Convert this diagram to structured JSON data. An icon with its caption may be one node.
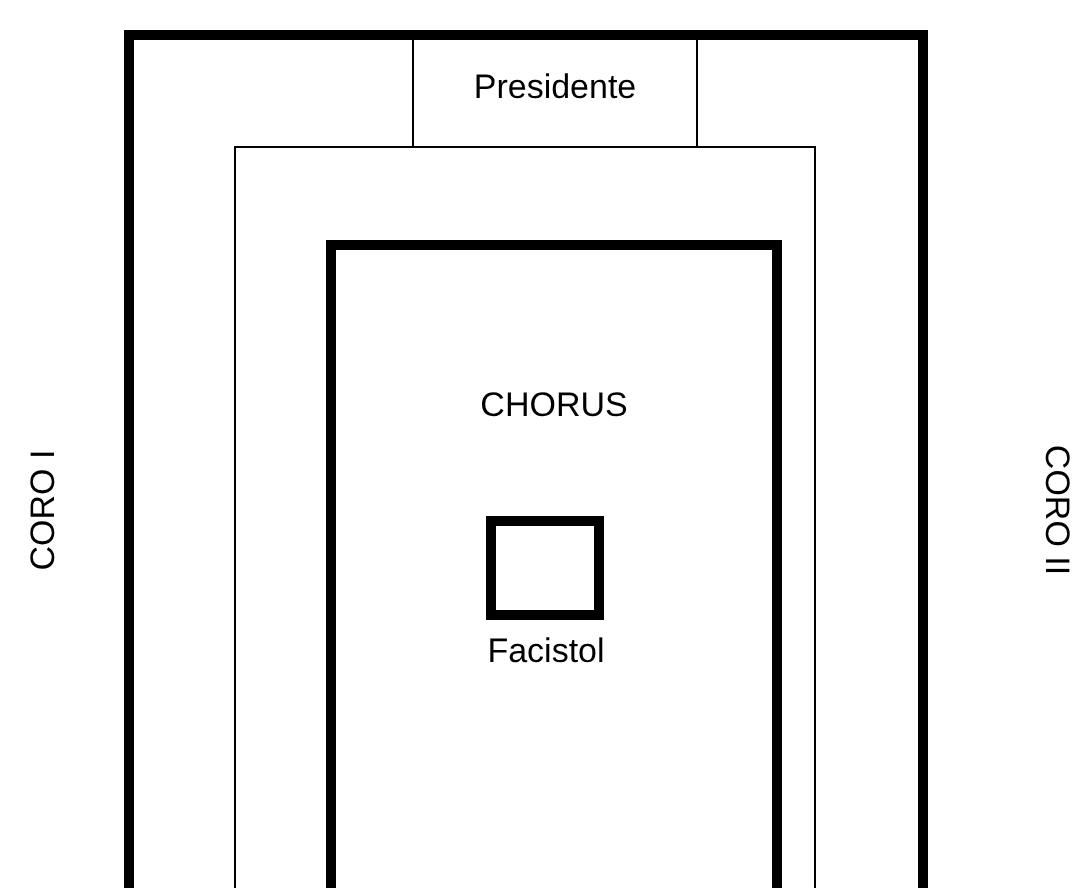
{
  "diagram": {
    "nodes": [
      {
        "text": [],
        "shape": "box"
      },
      {
        "text": [
          "Presidente"
        ],
        "in": 0
      },
      {
        "text": [],
        "shape": "box",
        "in": 0
      },
      {
        "text": [
          "CHORUS"
        ],
        "in": 2
      },
      {
        "text": [
          "Facistol"
        ],
        "in": 3
      }
    ],
    "labels": [
      "CORO I",
      "CORO II"
    ]
  }
}
